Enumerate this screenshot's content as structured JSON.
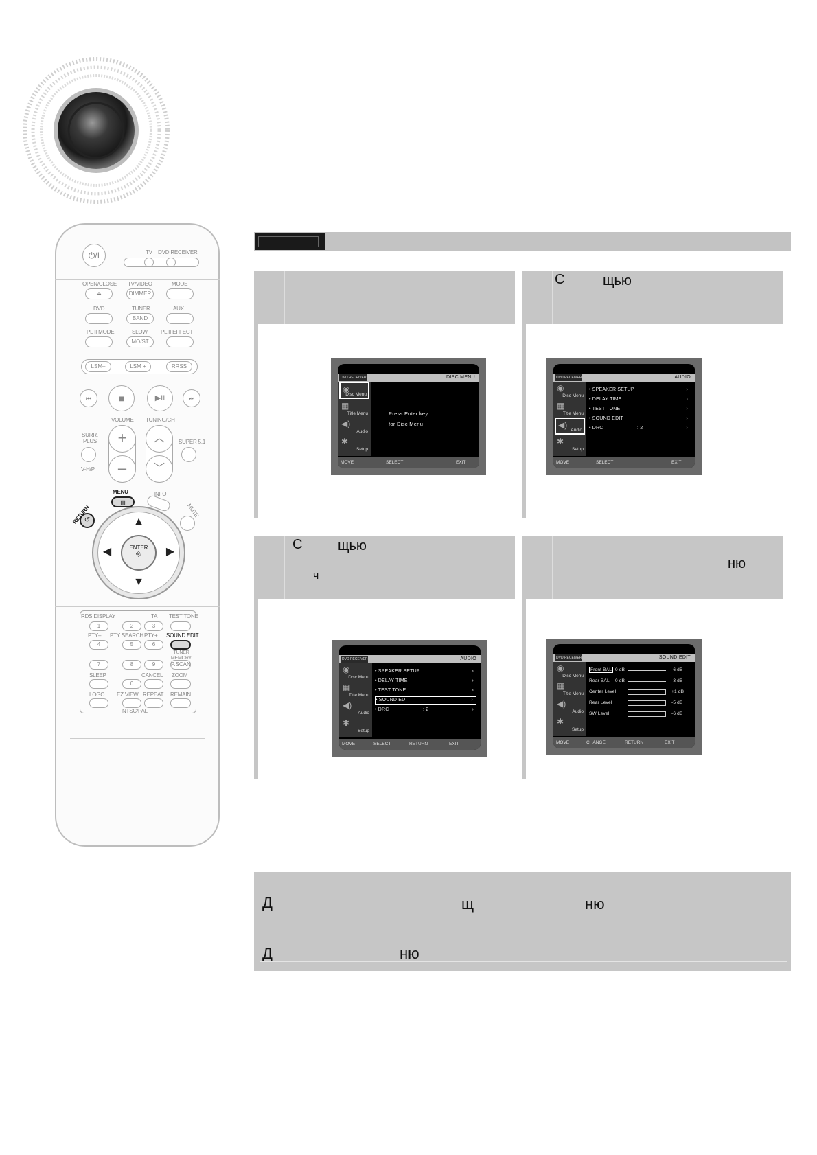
{
  "remote": {
    "power": "⏻/I",
    "tv": "TV",
    "dvd_receiver": "DVD RECEIVER",
    "open_close": "OPEN/CLOSE",
    "eject": "⏏",
    "tv_video": "TV/VIDEO",
    "dimmer": "DIMMER",
    "mode": "MODE",
    "dvd": "DVD",
    "tuner": "TUNER",
    "band": "BAND",
    "aux": "AUX",
    "pl_ii_mode": "PL II MODE",
    "slow": "SLOW",
    "mo_st": "MO/ST",
    "pl_ii_effect": "PL II EFFECT",
    "lsm_minus": "LSM–",
    "lsm_plus": "LSM +",
    "rrss": "RRSS",
    "volume": "VOLUME",
    "tuning_ch": "TUNING/CH",
    "surr_plus": "SURR. PLUS",
    "super51": "SUPER 5.1",
    "vhp": "V-H/P",
    "menu": "MENU",
    "info": "INFO",
    "return": "RETURN",
    "mute": "MUTE",
    "enter": "ENTER",
    "rds_display": "RDS DISPLAY",
    "ta": "TA",
    "test_tone": "TEST TONE",
    "pty_minus": "PTY–",
    "pty_search": "PTY SEARCH",
    "pty_plus": "PTY+",
    "sound_edit": "SOUND EDIT",
    "tuner_memory": "TUNER MEMORY",
    "pscan": "P.SCAN",
    "sleep": "SLEEP",
    "cancel": "CANCEL",
    "zoom": "ZOOM",
    "logo": "LOGO",
    "ez_view": "EZ VIEW",
    "repeat": "REPEAT",
    "remain": "REMAIN",
    "ntsc_pal": "NTSC/PAL",
    "keys": [
      "1",
      "2",
      "3",
      "4",
      "5",
      "6",
      "7",
      "8",
      "9",
      "0"
    ]
  },
  "panels": {
    "p2": {
      "line1": "С",
      "line1b": "щью"
    },
    "p3": {
      "line1": "С",
      "line1b": "щью",
      "line2": "ч"
    },
    "p4": {
      "line1": "ню"
    }
  },
  "osd_common": {
    "header_left": "DVD RECEIVER",
    "disc_menu": "Disc Menu",
    "title_menu": "Title Menu",
    "audio": "Audio",
    "setup": "Setup",
    "move": "MOVE",
    "select": "SELECT",
    "return": "RETURN",
    "exit": "EXIT",
    "change": "CHANGE"
  },
  "osd1": {
    "title": "DISC MENU",
    "msg1": "Press Enter key",
    "msg2": "for Disc Menu"
  },
  "osd_audio": {
    "title": "AUDIO",
    "items": [
      "SPEAKER SETUP",
      "DELAY TIME",
      "TEST TONE",
      "SOUND EDIT",
      "DRC"
    ],
    "drc_value": ": 2"
  },
  "osd_sound_edit": {
    "title": "SOUND EDIT",
    "rows": [
      {
        "label": "Front BAL",
        "value": "0 dB",
        "right": "-6 dB"
      },
      {
        "label": "Rear BAL",
        "value": "0 dB",
        "right": "-3 dB"
      },
      {
        "label": "Center Level",
        "value": "",
        "right": "+1 dB"
      },
      {
        "label": "Rear Level",
        "value": "",
        "right": "-5 dB"
      },
      {
        "label": "SW  Level",
        "value": "",
        "right": "-6 dB"
      }
    ]
  },
  "note": {
    "l1a": "Д",
    "l1b": "щ",
    "l1c": "ню",
    "l2a": "Д",
    "l2b": "ню"
  },
  "colors": {
    "panel_gray": "#c6c6c6",
    "title_bar": "#c3c3c3",
    "osd_black": "#000000"
  }
}
